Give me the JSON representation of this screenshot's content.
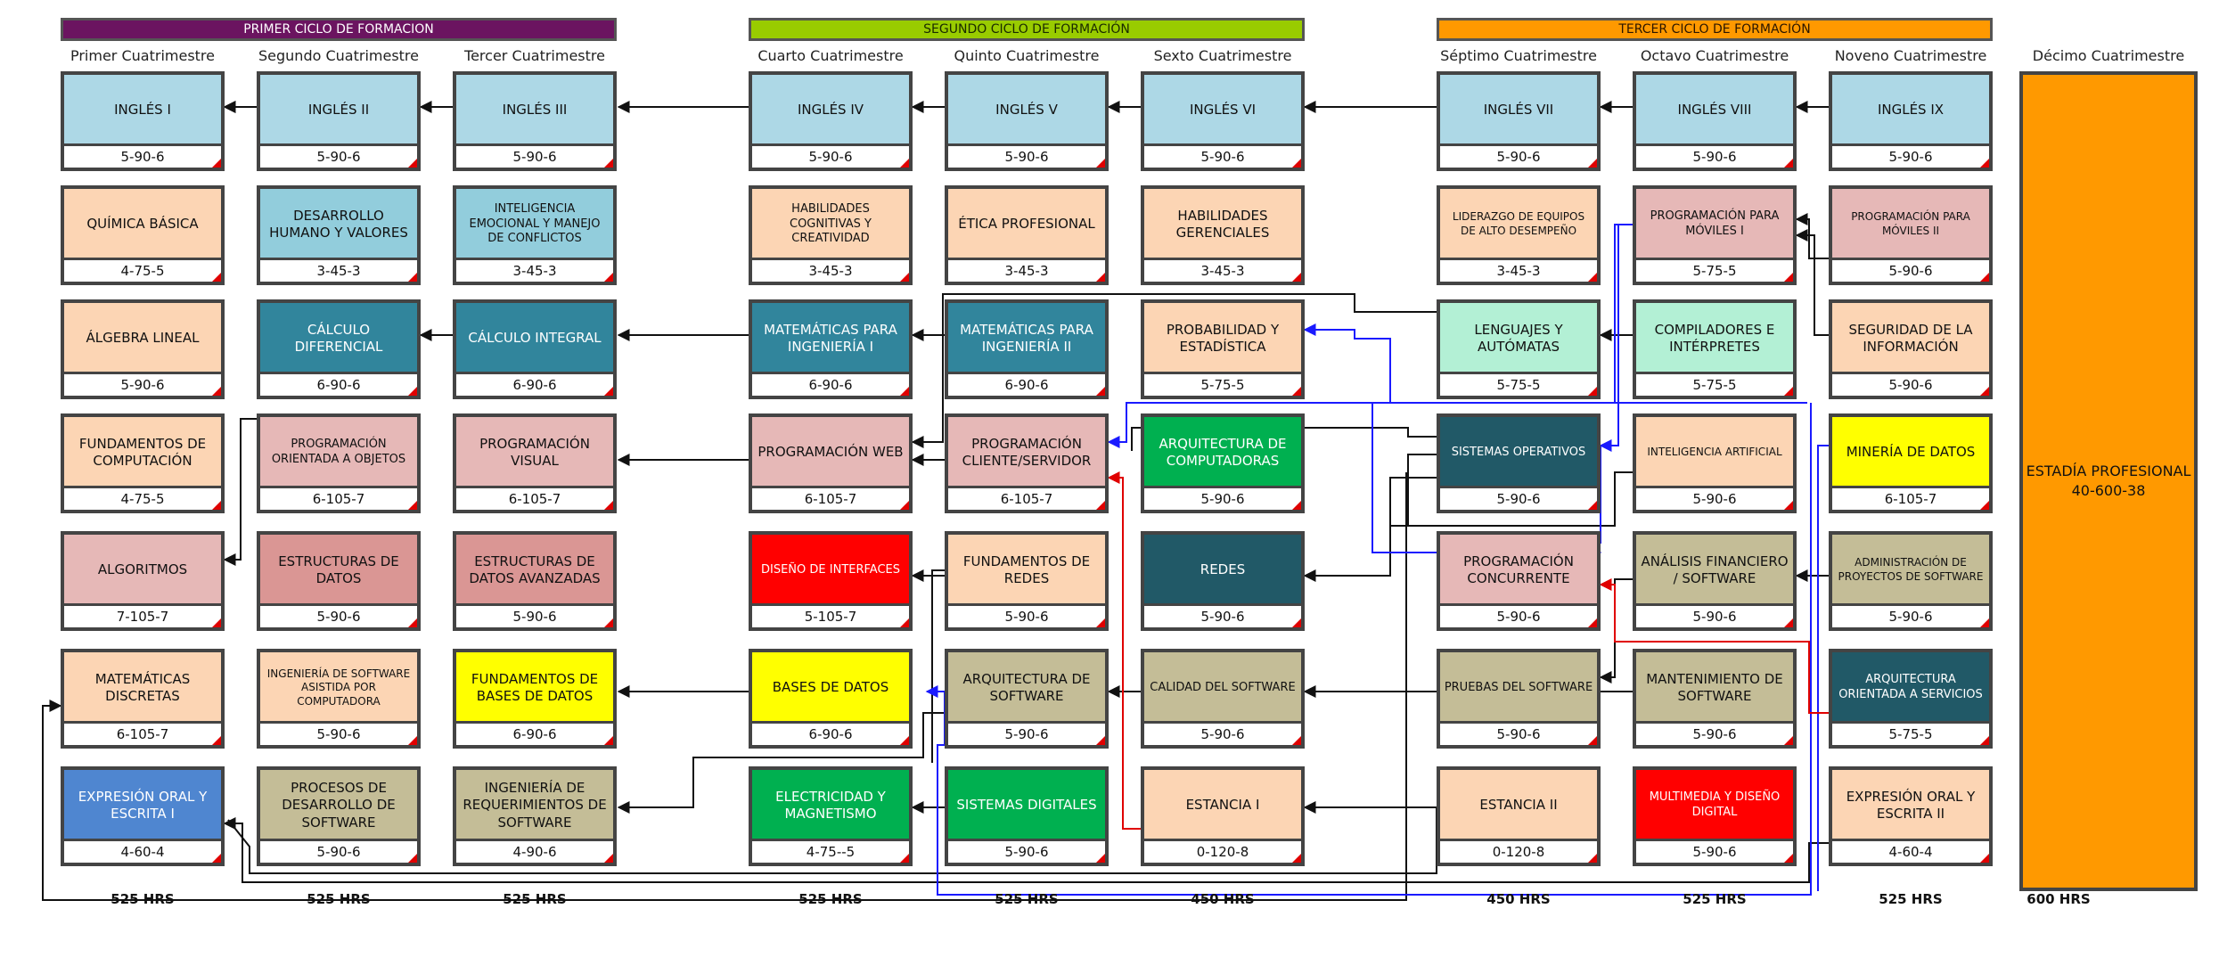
{
  "bands": {
    "primer": "PRIMER CICLO DE FORMACION",
    "segundo": "SEGUNDO CICLO DE FORMACIÓN",
    "tercer": "TERCER CICLO DE FORMACIÓN"
  },
  "quarters": [
    "Primer Cuatrimestre",
    "Segundo Cuatrimestre",
    "Tercer Cuatrimestre",
    "Cuarto Cuatrimestre",
    "Quinto Cuatrimestre",
    "Sexto Cuatrimestre",
    "Séptimo Cuatrimestre",
    "Octavo Cuatrimestre",
    "Noveno Cuatrimestre",
    "Décimo Cuatrimestre"
  ],
  "courses": {
    "c1r1": {
      "name": "INGLÉS I",
      "code": "5-90-6",
      "color": "#add8e6"
    },
    "c1r2": {
      "name": "QUÍMICA BÁSICA",
      "code": "4-75-5",
      "color": "#fcd5b4"
    },
    "c1r3": {
      "name": "ÁLGEBRA LINEAL",
      "code": "5-90-6",
      "color": "#fcd5b4"
    },
    "c1r4": {
      "name": "FUNDAMENTOS DE COMPUTACIÓN",
      "code": "4-75-5",
      "color": "#fcd5b4"
    },
    "c1r5": {
      "name": "ALGORITMOS",
      "code": "7-105-7",
      "color": "#e6b8b7"
    },
    "c1r6": {
      "name": "MATEMÁTICAS DISCRETAS",
      "code": "6-105-7",
      "color": "#fcd5b4"
    },
    "c1r7": {
      "name": "EXPRESIÓN ORAL Y ESCRITA I",
      "code": "4-60-4",
      "color": "#4f86d0"
    },
    "c2r1": {
      "name": "INGLÉS II",
      "code": "5-90-6",
      "color": "#add8e6"
    },
    "c2r2": {
      "name": "DESARROLLO HUMANO Y VALORES",
      "code": "3-45-3",
      "color": "#92cddc"
    },
    "c2r3": {
      "name": "CÁLCULO DIFERENCIAL",
      "code": "6-90-6",
      "color": "#31859c"
    },
    "c2r4": {
      "name": "PROGRAMACIÓN ORIENTADA A OBJETOS",
      "code": "6-105-7",
      "color": "#e6b8b7"
    },
    "c2r5": {
      "name": "ESTRUCTURAS DE DATOS",
      "code": "5-90-6",
      "color": "#da9694"
    },
    "c2r6": {
      "name": "INGENIERÍA DE SOFTWARE ASISTIDA POR COMPUTADORA",
      "code": "5-90-6",
      "color": "#fcd5b4"
    },
    "c2r7": {
      "name": "PROCESOS DE DESARROLLO DE SOFTWARE",
      "code": "5-90-6",
      "color": "#c4bd97"
    },
    "c3r1": {
      "name": "INGLÉS III",
      "code": "5-90-6",
      "color": "#add8e6"
    },
    "c3r2": {
      "name": "INTELIGENCIA EMOCIONAL Y MANEJO DE CONFLICTOS",
      "code": "3-45-3",
      "color": "#92cddc"
    },
    "c3r3": {
      "name": "CÁLCULO INTEGRAL",
      "code": "6-90-6",
      "color": "#31859c"
    },
    "c3r4": {
      "name": "PROGRAMACIÓN VISUAL",
      "code": "6-105-7",
      "color": "#e6b8b7"
    },
    "c3r5": {
      "name": "ESTRUCTURAS DE DATOS AVANZADAS",
      "code": "5-90-6",
      "color": "#da9694"
    },
    "c3r6": {
      "name": "FUNDAMENTOS DE BASES DE DATOS",
      "code": "6-90-6",
      "color": "#ffff00"
    },
    "c3r7": {
      "name": "INGENIERÍA DE REQUERIMIENTOS DE SOFTWARE",
      "code": "4-90-6",
      "color": "#c4bd97"
    },
    "c4r1": {
      "name": "INGLÉS IV",
      "code": "5-90-6",
      "color": "#add8e6"
    },
    "c4r2": {
      "name": "HABILIDADES COGNITIVAS Y CREATIVIDAD",
      "code": "3-45-3",
      "color": "#fcd5b4"
    },
    "c4r3": {
      "name": "MATEMÁTICAS PARA INGENIERÍA I",
      "code": "6-90-6",
      "color": "#31859c"
    },
    "c4r4": {
      "name": "PROGRAMACIÓN WEB",
      "code": "6-105-7",
      "color": "#e6b8b7"
    },
    "c4r5": {
      "name": "DISEÑO DE INTERFACES",
      "code": "5-105-7",
      "color": "#ff0000"
    },
    "c4r6": {
      "name": "BASES DE DATOS",
      "code": "6-90-6",
      "color": "#ffff00"
    },
    "c4r7": {
      "name": "ELECTRICIDAD Y MAGNETISMO",
      "code": "4-75--5",
      "color": "#00b050"
    },
    "c5r1": {
      "name": "INGLÉS V",
      "code": "5-90-6",
      "color": "#add8e6"
    },
    "c5r2": {
      "name": "ÉTICA PROFESIONAL",
      "code": "3-45-3",
      "color": "#fcd5b4"
    },
    "c5r3": {
      "name": "MATEMÁTICAS PARA INGENIERÍA II",
      "code": "6-90-6",
      "color": "#31859c"
    },
    "c5r4": {
      "name": "PROGRAMACIÓN CLIENTE/SERVIDOR",
      "code": "6-105-7",
      "color": "#e6b8b7"
    },
    "c5r5": {
      "name": "FUNDAMENTOS DE REDES",
      "code": "5-90-6",
      "color": "#fcd5b4"
    },
    "c5r6": {
      "name": "ARQUITECTURA DE SOFTWARE",
      "code": "5-90-6",
      "color": "#c4bd97"
    },
    "c5r7": {
      "name": "SISTEMAS DIGITALES",
      "code": "5-90-6",
      "color": "#00b050"
    },
    "c6r1": {
      "name": "INGLÉS VI",
      "code": "5-90-6",
      "color": "#add8e6"
    },
    "c6r2": {
      "name": "HABILIDADES GERENCIALES",
      "code": "3-45-3",
      "color": "#fcd5b4"
    },
    "c6r3": {
      "name": "PROBABILIDAD Y ESTADÍSTICA",
      "code": "5-75-5",
      "color": "#fcd5b4"
    },
    "c6r4": {
      "name": "ARQUITECTURA DE COMPUTADORAS",
      "code": "5-90-6",
      "color": "#00b050"
    },
    "c6r5": {
      "name": "REDES",
      "code": "5-90-6",
      "color": "#215967"
    },
    "c6r6": {
      "name": "CALIDAD DEL SOFTWARE",
      "code": "5-90-6",
      "color": "#c4bd97"
    },
    "c6r7": {
      "name": "ESTANCIA I",
      "code": "0-120-8",
      "color": "#fcd5b4"
    },
    "c7r1": {
      "name": "INGLÉS VII",
      "code": "5-90-6",
      "color": "#add8e6"
    },
    "c7r2": {
      "name": "LIDERAZGO DE EQUIPOS DE ALTO DESEMPEÑO",
      "code": "3-45-3",
      "color": "#fcd5b4"
    },
    "c7r3": {
      "name": "LENGUAJES Y AUTÓMATAS",
      "code": "5-75-5",
      "color": "#b3f0d5"
    },
    "c7r4": {
      "name": "SISTEMAS OPERATIVOS",
      "code": "5-90-6",
      "color": "#215967"
    },
    "c7r5": {
      "name": "PROGRAMACIÓN CONCURRENTE",
      "code": "5-90-6",
      "color": "#e6b8b7"
    },
    "c7r6": {
      "name": "PRUEBAS DEL SOFTWARE",
      "code": "5-90-6",
      "color": "#c4bd97"
    },
    "c7r7": {
      "name": "ESTANCIA II",
      "code": "0-120-8",
      "color": "#fcd5b4"
    },
    "c8r1": {
      "name": "INGLÉS VIII",
      "code": "5-90-6",
      "color": "#add8e6"
    },
    "c8r2": {
      "name": "PROGRAMACIÓN PARA MÓVILES I",
      "code": "5-75-5",
      "color": "#e6b8b7"
    },
    "c8r3": {
      "name": "COMPILADORES E INTÉRPRETES",
      "code": "5-75-5",
      "color": "#b3f0d5"
    },
    "c8r4": {
      "name": "INTELIGENCIA ARTIFICIAL",
      "code": "5-90-6",
      "color": "#fcd5b4"
    },
    "c8r5": {
      "name": "ANÁLISIS FINANCIERO / SOFTWARE",
      "code": "5-90-6",
      "color": "#c4bd97"
    },
    "c8r6": {
      "name": "MANTENIMIENTO DE SOFTWARE",
      "code": "5-90-6",
      "color": "#c4bd97"
    },
    "c8r7": {
      "name": "MULTIMEDIA Y DISEÑO DIGITAL",
      "code": "5-90-6",
      "color": "#ff0000"
    },
    "c9r1": {
      "name": "INGLÉS IX",
      "code": "5-90-6",
      "color": "#add8e6"
    },
    "c9r2": {
      "name": "PROGRAMACIÓN PARA MÓVILES II",
      "code": "5-90-6",
      "color": "#e6b8b7"
    },
    "c9r3": {
      "name": "SEGURIDAD DE LA INFORMACIÓN",
      "code": "5-90-6",
      "color": "#fcd5b4"
    },
    "c9r4": {
      "name": "MINERÍA DE DATOS",
      "code": "6-105-7",
      "color": "#ffff00"
    },
    "c9r5": {
      "name": "ADMINISTRACIÓN DE PROYECTOS DE SOFTWARE",
      "code": "5-90-6",
      "color": "#c4bd97"
    },
    "c9r6": {
      "name": "ARQUITECTURA ORIENTADA A SERVICIOS",
      "code": "5-75-5",
      "color": "#215967"
    },
    "c9r7": {
      "name": "EXPRESIÓN ORAL Y ESCRITA II",
      "code": "4-60-4",
      "color": "#fcd5b4"
    }
  },
  "estadia": {
    "name": "ESTADÍA PROFESIONAL",
    "code": "40-600-38",
    "color": "#ff9900"
  },
  "hours": [
    "525 HRS",
    "525 HRS",
    "525 HRS",
    "525 HRS",
    "525 HRS",
    "450 HRS",
    "450 HRS",
    "525 HRS",
    "525 HRS",
    "600 HRS"
  ]
}
